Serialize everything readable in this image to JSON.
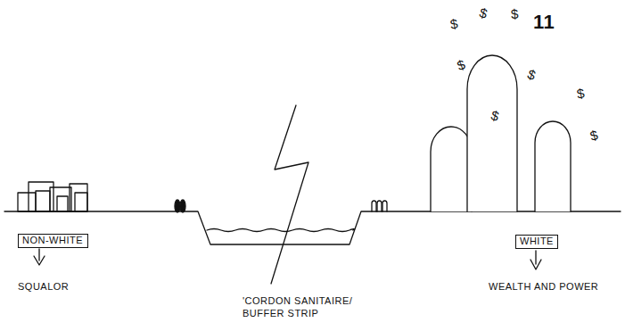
{
  "diagram": {
    "nodes": [
      {
        "text": [
          "NON-WHITE"
        ]
      },
      {
        "text": [
          "WHITE"
        ]
      }
    ],
    "labels": [
      "11",
      "$",
      "$",
      "$",
      "$",
      "$",
      "$",
      "$",
      "$",
      "SQUALOR",
      "'CORDON SANITAIRE/ BUFFER STRIP",
      "WEALTH AND POWER"
    ]
  }
}
